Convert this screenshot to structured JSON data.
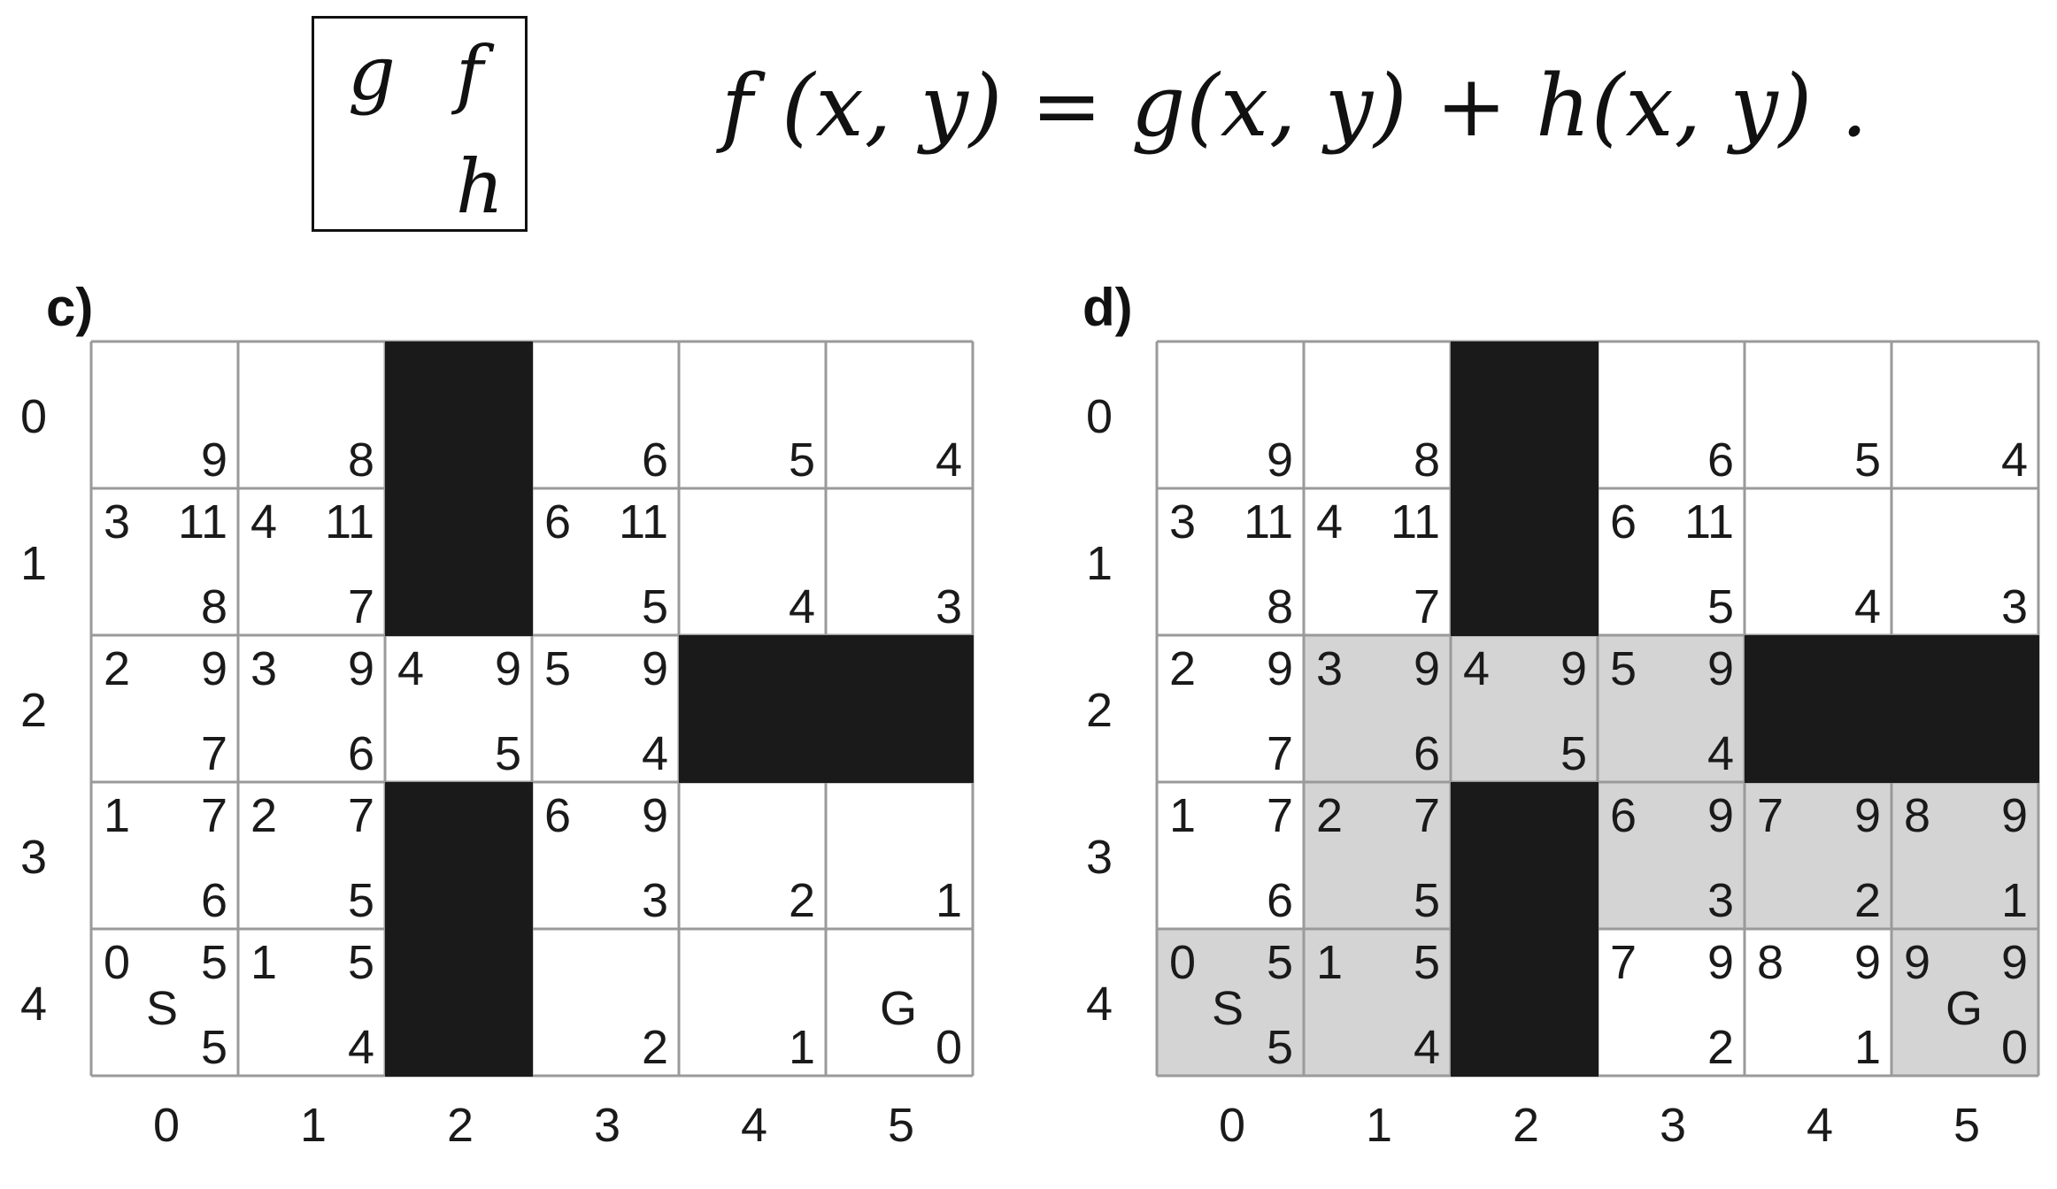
{
  "legend": {
    "g": "g",
    "f": "f",
    "h": "h"
  },
  "formula": "f (x, y) = g(x, y) + h(x, y) .",
  "panels": [
    {
      "label": "c)",
      "row_labels": [
        "0",
        "1",
        "2",
        "3",
        "4"
      ],
      "col_labels": [
        "0",
        "1",
        "2",
        "3",
        "4",
        "5"
      ],
      "walls": [
        [
          0,
          2
        ],
        [
          1,
          2
        ],
        [
          2,
          4
        ],
        [
          2,
          5
        ],
        [
          3,
          2
        ],
        [
          4,
          2
        ]
      ],
      "path": [],
      "cells": [
        {
          "r": 0,
          "c": 0,
          "h": "9"
        },
        {
          "r": 0,
          "c": 1,
          "h": "8"
        },
        {
          "r": 0,
          "c": 3,
          "h": "6"
        },
        {
          "r": 0,
          "c": 4,
          "h": "5"
        },
        {
          "r": 0,
          "c": 5,
          "h": "4"
        },
        {
          "r": 1,
          "c": 0,
          "g": "3",
          "f": "11",
          "h": "8"
        },
        {
          "r": 1,
          "c": 1,
          "g": "4",
          "f": "11",
          "h": "7"
        },
        {
          "r": 1,
          "c": 3,
          "g": "6",
          "f": "11",
          "h": "5"
        },
        {
          "r": 1,
          "c": 4,
          "h": "4"
        },
        {
          "r": 1,
          "c": 5,
          "h": "3"
        },
        {
          "r": 2,
          "c": 0,
          "g": "2",
          "f": "9",
          "h": "7"
        },
        {
          "r": 2,
          "c": 1,
          "g": "3",
          "f": "9",
          "h": "6"
        },
        {
          "r": 2,
          "c": 2,
          "g": "4",
          "f": "9",
          "h": "5"
        },
        {
          "r": 2,
          "c": 3,
          "g": "5",
          "f": "9",
          "h": "4"
        },
        {
          "r": 3,
          "c": 0,
          "g": "1",
          "f": "7",
          "h": "6"
        },
        {
          "r": 3,
          "c": 1,
          "g": "2",
          "f": "7",
          "h": "5"
        },
        {
          "r": 3,
          "c": 3,
          "g": "6",
          "f": "9",
          "h": "3"
        },
        {
          "r": 3,
          "c": 4,
          "h": "2"
        },
        {
          "r": 3,
          "c": 5,
          "h": "1"
        },
        {
          "r": 4,
          "c": 0,
          "g": "0",
          "f": "5",
          "h": "5",
          "mark": "S"
        },
        {
          "r": 4,
          "c": 1,
          "g": "1",
          "f": "5",
          "h": "4"
        },
        {
          "r": 4,
          "c": 3,
          "h": "2"
        },
        {
          "r": 4,
          "c": 4,
          "h": "1"
        },
        {
          "r": 4,
          "c": 5,
          "h": "0",
          "mark": "G"
        }
      ]
    },
    {
      "label": "d)",
      "row_labels": [
        "0",
        "1",
        "2",
        "3",
        "4"
      ],
      "col_labels": [
        "0",
        "1",
        "2",
        "3",
        "4",
        "5"
      ],
      "walls": [
        [
          0,
          2
        ],
        [
          1,
          2
        ],
        [
          2,
          4
        ],
        [
          2,
          5
        ],
        [
          3,
          2
        ],
        [
          4,
          2
        ]
      ],
      "path": [
        [
          4,
          0
        ],
        [
          4,
          1
        ],
        [
          3,
          1
        ],
        [
          2,
          1
        ],
        [
          2,
          2
        ],
        [
          2,
          3
        ],
        [
          3,
          3
        ],
        [
          3,
          4
        ],
        [
          3,
          5
        ],
        [
          4,
          5
        ]
      ],
      "cells": [
        {
          "r": 0,
          "c": 0,
          "h": "9"
        },
        {
          "r": 0,
          "c": 1,
          "h": "8"
        },
        {
          "r": 0,
          "c": 3,
          "h": "6"
        },
        {
          "r": 0,
          "c": 4,
          "h": "5"
        },
        {
          "r": 0,
          "c": 5,
          "h": "4"
        },
        {
          "r": 1,
          "c": 0,
          "g": "3",
          "f": "11",
          "h": "8"
        },
        {
          "r": 1,
          "c": 1,
          "g": "4",
          "f": "11",
          "h": "7"
        },
        {
          "r": 1,
          "c": 3,
          "g": "6",
          "f": "11",
          "h": "5"
        },
        {
          "r": 1,
          "c": 4,
          "h": "4"
        },
        {
          "r": 1,
          "c": 5,
          "h": "3"
        },
        {
          "r": 2,
          "c": 0,
          "g": "2",
          "f": "9",
          "h": "7"
        },
        {
          "r": 2,
          "c": 1,
          "g": "3",
          "f": "9",
          "h": "6"
        },
        {
          "r": 2,
          "c": 2,
          "g": "4",
          "f": "9",
          "h": "5"
        },
        {
          "r": 2,
          "c": 3,
          "g": "5",
          "f": "9",
          "h": "4"
        },
        {
          "r": 3,
          "c": 0,
          "g": "1",
          "f": "7",
          "h": "6"
        },
        {
          "r": 3,
          "c": 1,
          "g": "2",
          "f": "7",
          "h": "5"
        },
        {
          "r": 3,
          "c": 3,
          "g": "6",
          "f": "9",
          "h": "3"
        },
        {
          "r": 3,
          "c": 4,
          "g": "7",
          "f": "9",
          "h": "2"
        },
        {
          "r": 3,
          "c": 5,
          "g": "8",
          "f": "9",
          "h": "1"
        },
        {
          "r": 4,
          "c": 0,
          "g": "0",
          "f": "5",
          "h": "5",
          "mark": "S"
        },
        {
          "r": 4,
          "c": 1,
          "g": "1",
          "f": "5",
          "h": "4"
        },
        {
          "r": 4,
          "c": 3,
          "g": "7",
          "f": "9",
          "h": "2"
        },
        {
          "r": 4,
          "c": 4,
          "g": "8",
          "f": "9",
          "h": "1"
        },
        {
          "r": 4,
          "c": 5,
          "g": "9",
          "f": "9",
          "h": "0",
          "mark": "G"
        }
      ]
    }
  ],
  "colors": {
    "wall": "#1a1a1a",
    "path": "#d4d4d4",
    "grid": "#9a9a9a"
  }
}
